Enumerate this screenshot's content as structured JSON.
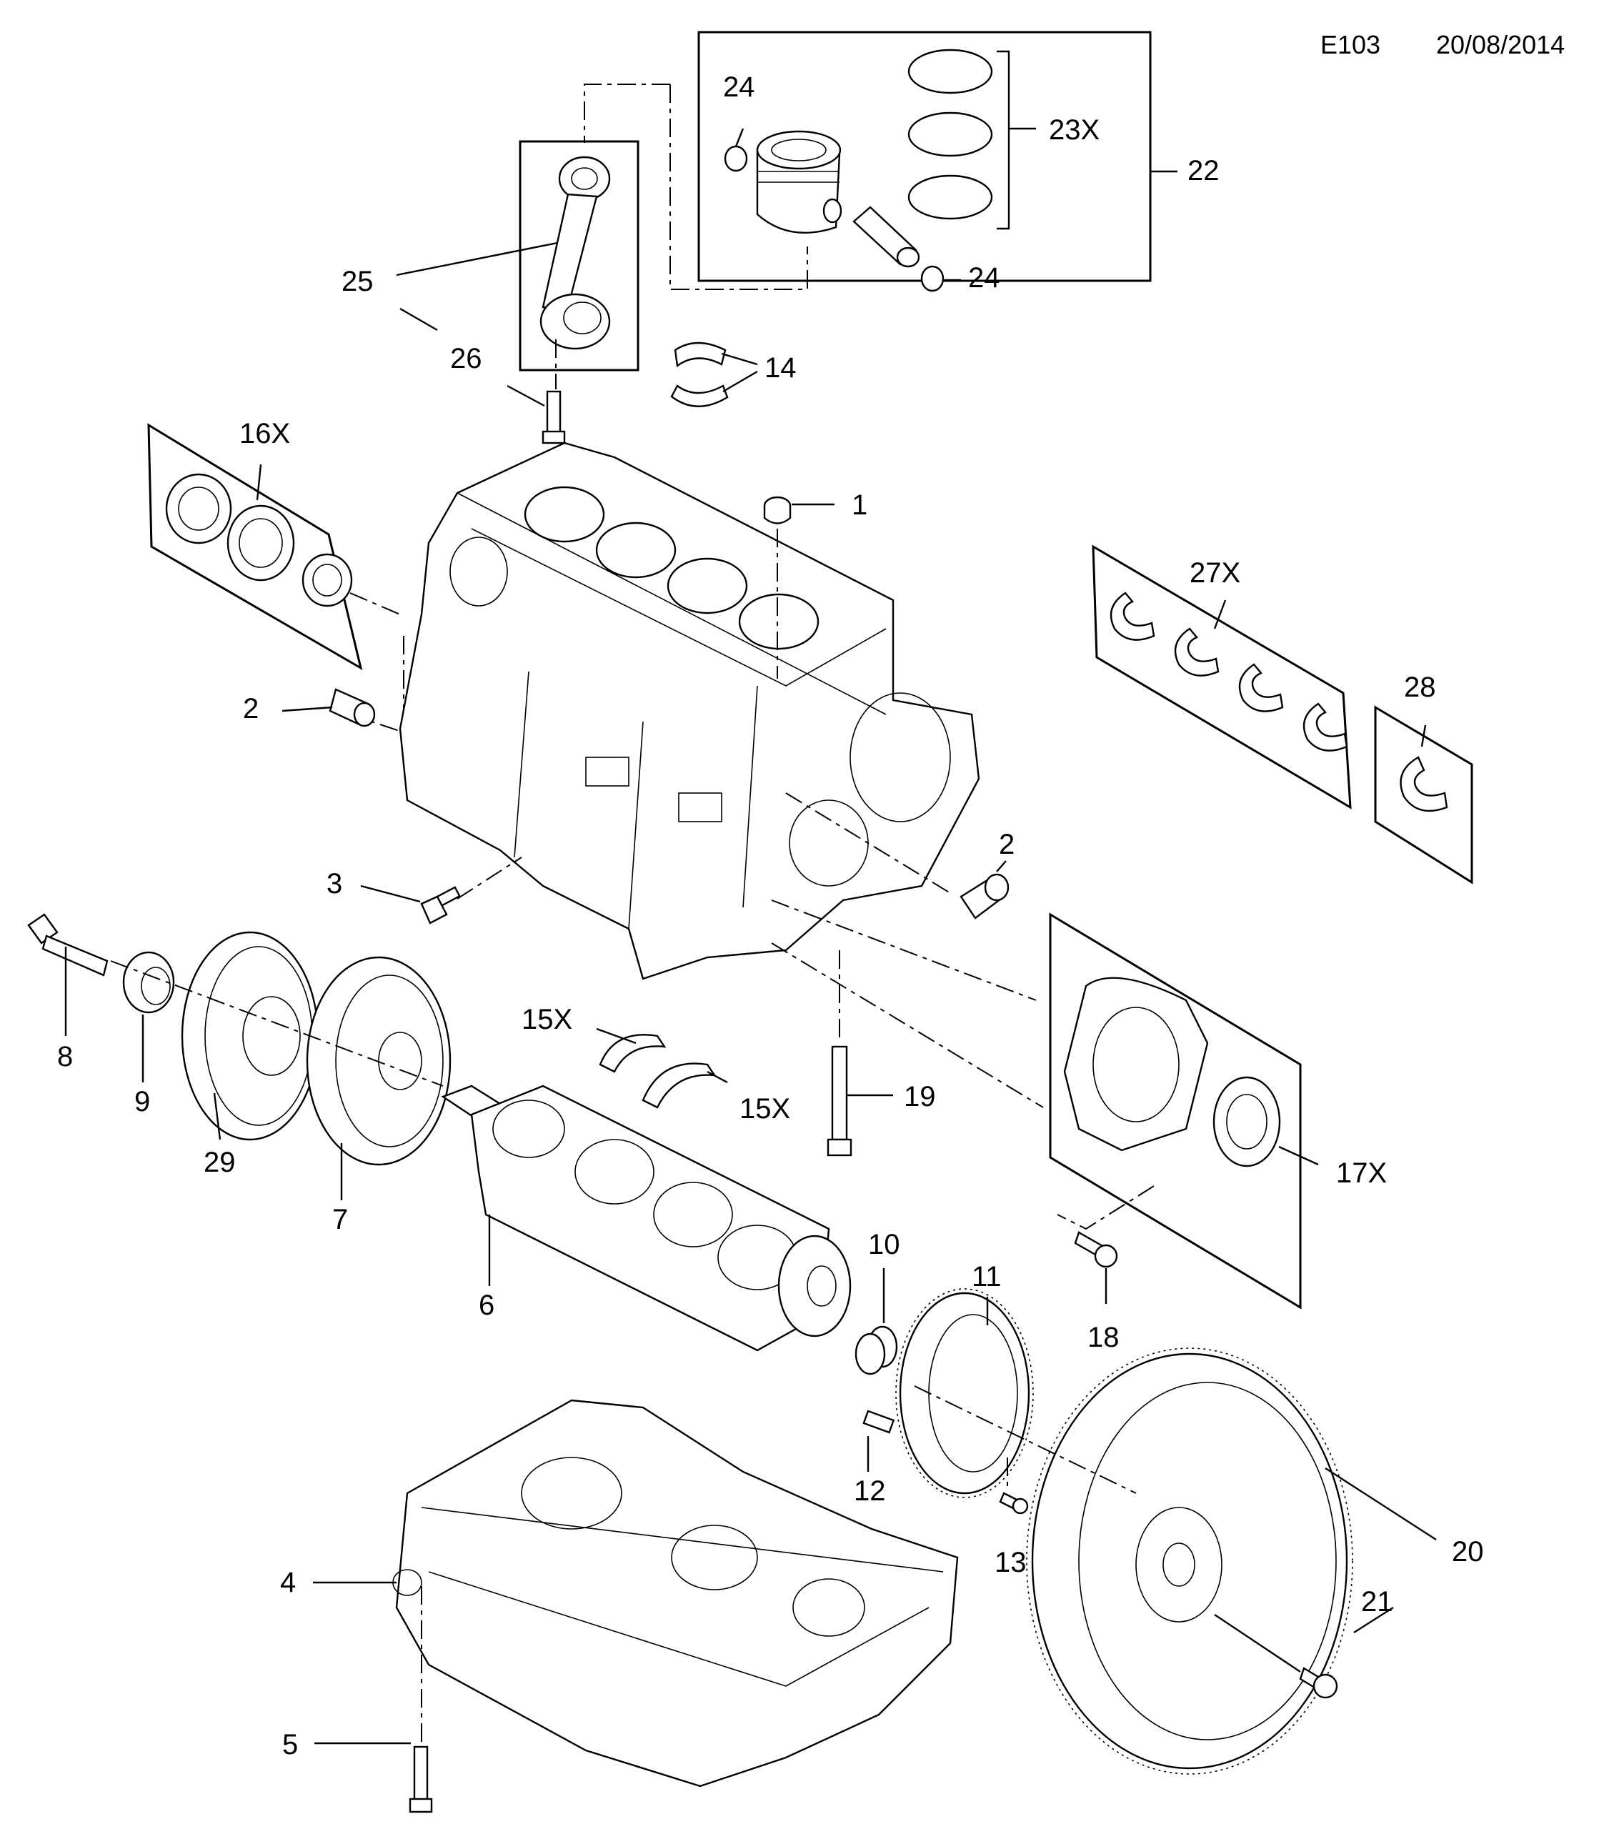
{
  "header": {
    "code": "E103",
    "date": "20/08/2014"
  },
  "callouts": {
    "c1": "1",
    "c2a": "2",
    "c2b": "2",
    "c3": "3",
    "c4": "4",
    "c5": "5",
    "c6": "6",
    "c7": "7",
    "c8": "8",
    "c9": "9",
    "c10": "10",
    "c11": "11",
    "c12": "12",
    "c13": "13",
    "c14": "14",
    "c15a": "15X",
    "c15b": "15X",
    "c16": "16X",
    "c17": "17X",
    "c18": "18",
    "c19": "19",
    "c20": "20",
    "c21": "21",
    "c22": "22",
    "c23": "23X",
    "c24a": "24",
    "c24b": "24",
    "c25": "25",
    "c26": "26",
    "c27": "27X",
    "c28": "28",
    "c29": "29"
  }
}
